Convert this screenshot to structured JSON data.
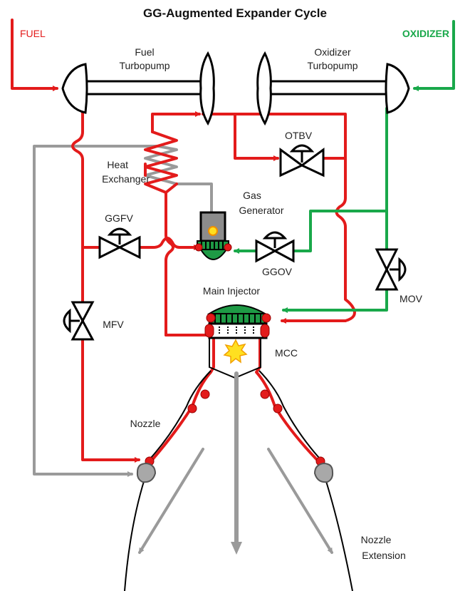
{
  "title": "GG-Augmented Expander Cycle",
  "inlets": {
    "fuel": "FUEL",
    "oxidizer": "OXIDIZER"
  },
  "components": {
    "fuel_turbopump": [
      "Fuel",
      "Turbopump"
    ],
    "oxidizer_turbopump": [
      "Oxidizer",
      "Turbopump"
    ],
    "otbv": "OTBV",
    "heat_exchanger": [
      "Heat",
      "Exchanger"
    ],
    "gas_generator": [
      "Gas",
      "Generator"
    ],
    "ggfv": "GGFV",
    "ggov": "GGOV",
    "mov": "MOV",
    "mfv": "MFV",
    "main_injector": "Main Injector",
    "mcc": "MCC",
    "nozzle": "Nozzle",
    "nozzle_extension": [
      "Nozzle",
      "Extension"
    ]
  },
  "colors": {
    "fuel": "#e31b1b",
    "oxidizer": "#19a84a",
    "exhaust": "#9a9a9a",
    "injector": "#1e9a45"
  }
}
